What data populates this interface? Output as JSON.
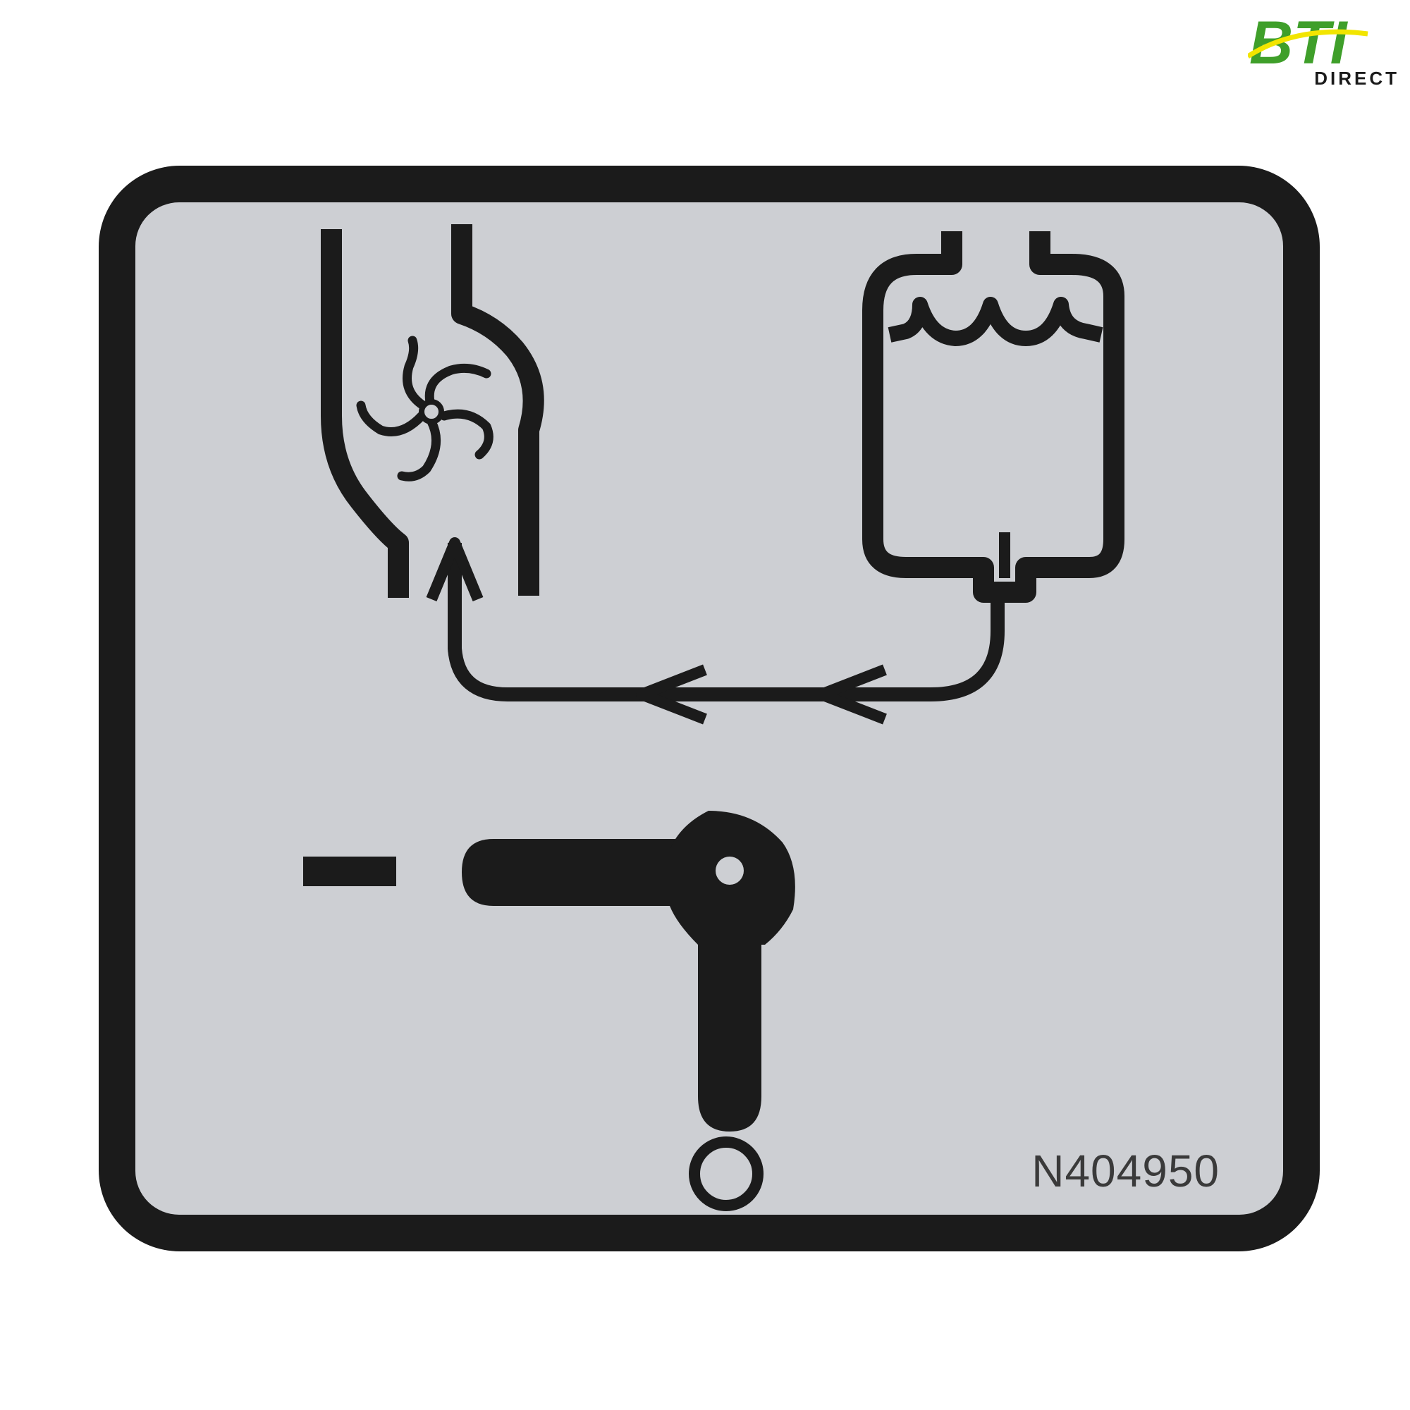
{
  "brand": {
    "name": "BTI",
    "sub": "DIRECT",
    "green": "#3f9f2a",
    "yellow": "#f2e500"
  },
  "decal": {
    "part_number": "N404950",
    "background_color": "#cdcfd3",
    "border_color": "#1b1b1b",
    "icons": [
      "blower-fan-icon",
      "coolant-reservoir-icon",
      "flow-arrow-icon",
      "minus-sign-icon",
      "valve-lever-icon",
      "off-position-circle-icon"
    ]
  }
}
